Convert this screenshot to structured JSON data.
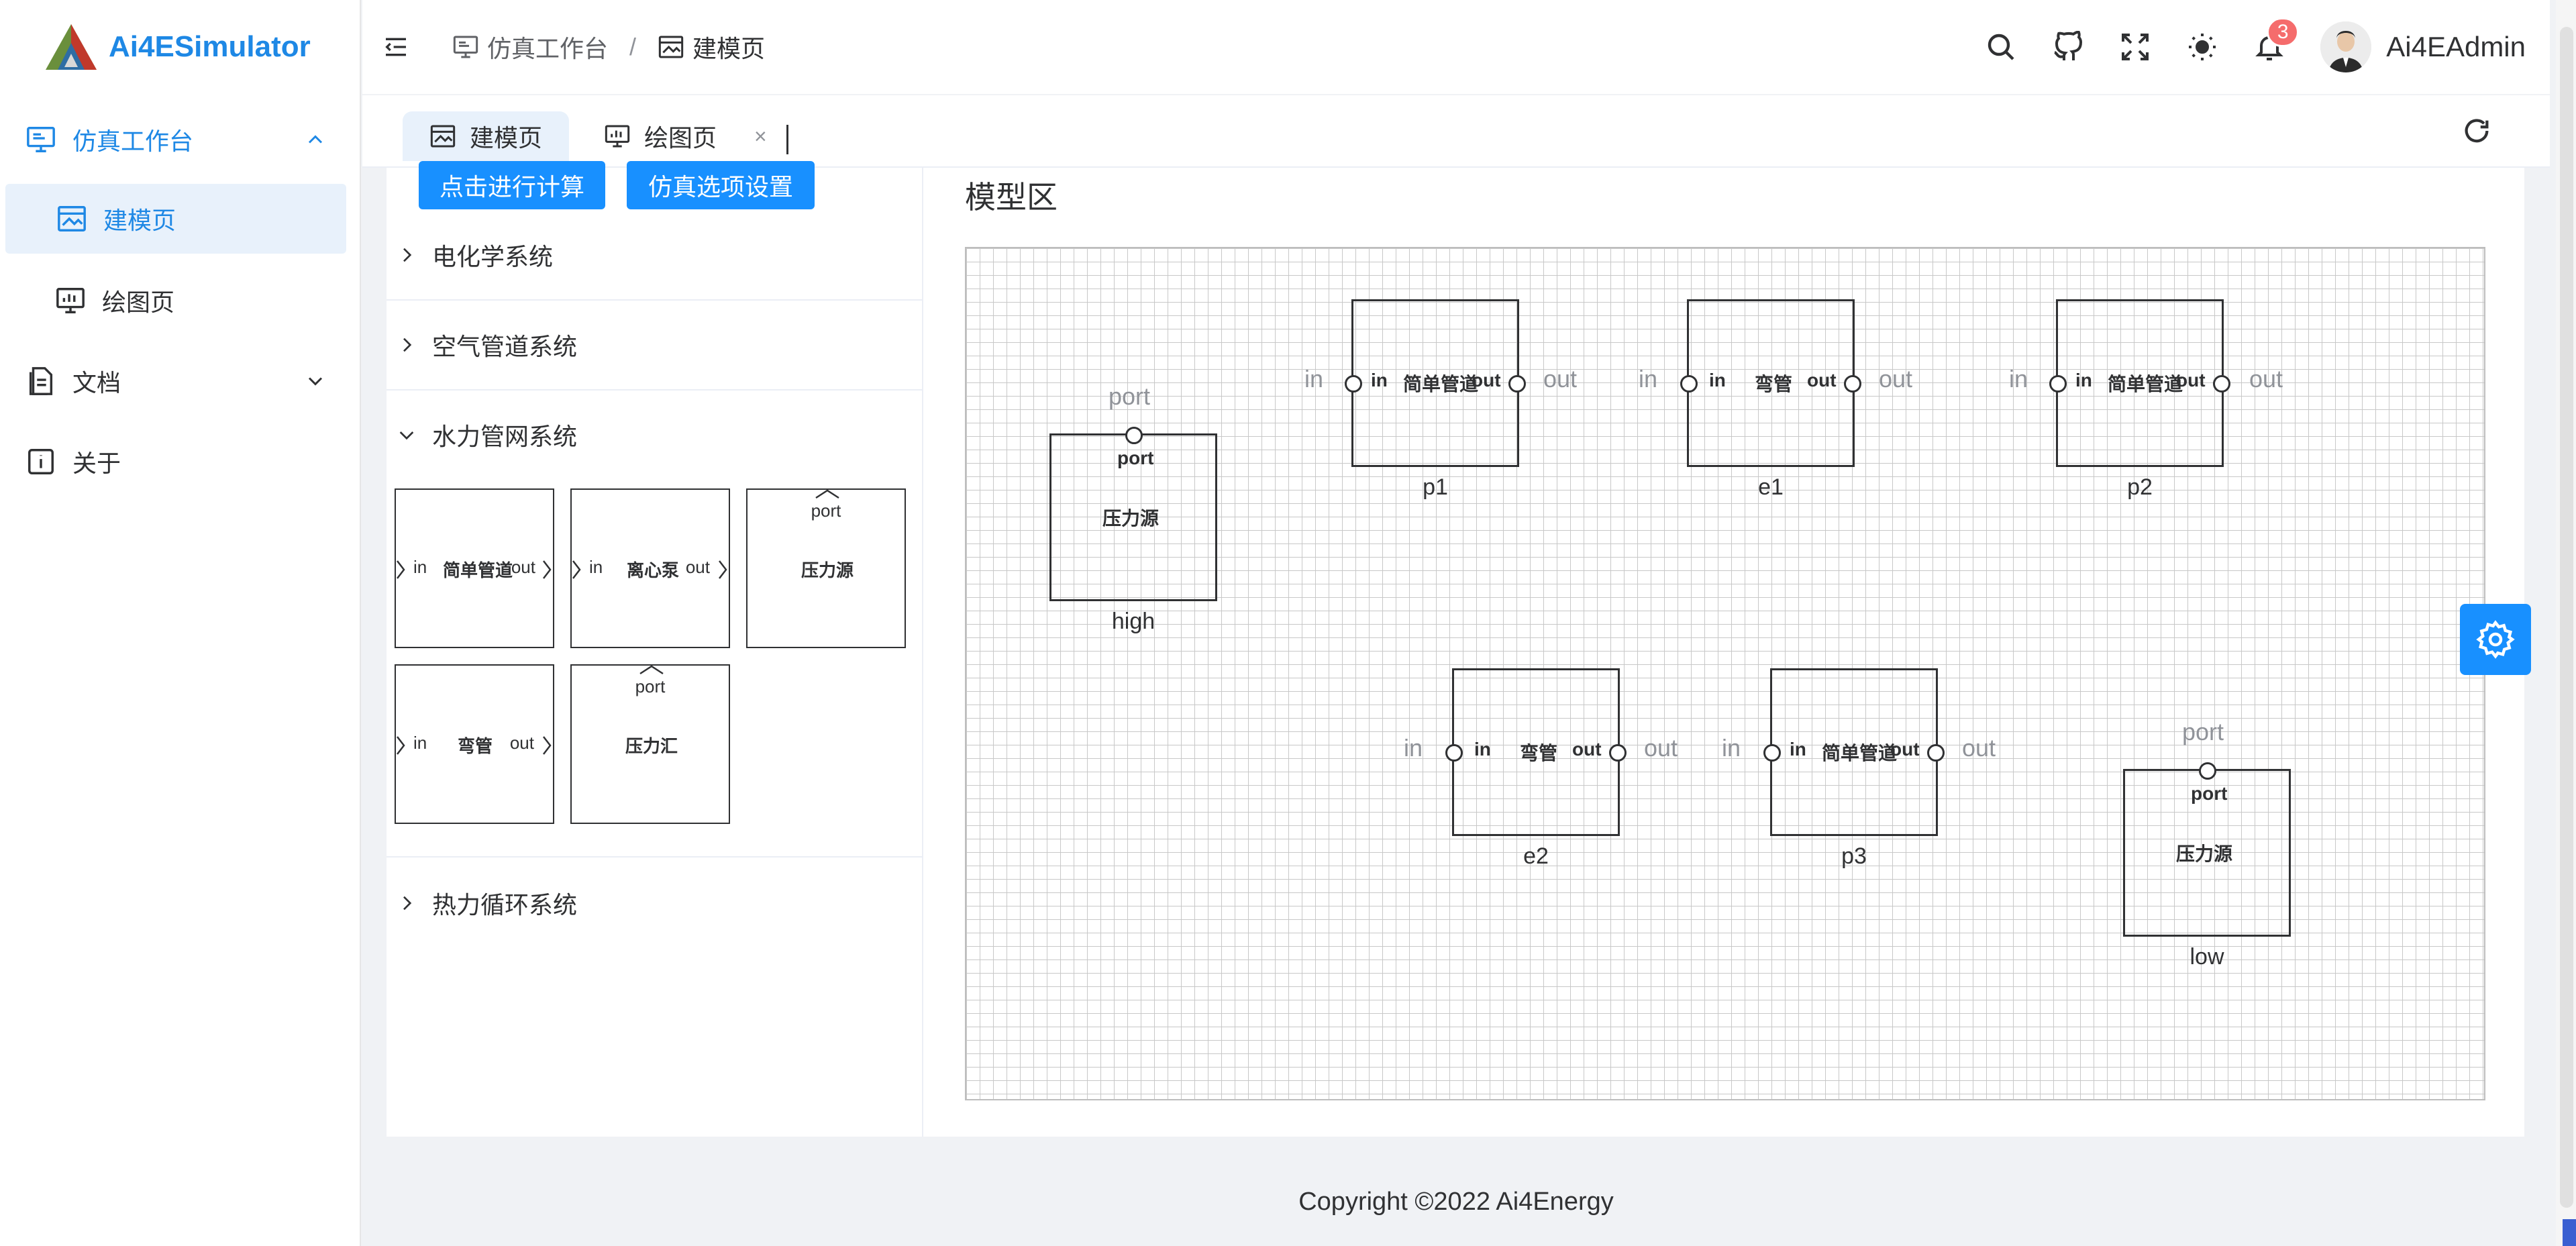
{
  "app": {
    "title": "Ai4ESimulator",
    "brand_color": "#1e88e5"
  },
  "sidebar": {
    "items": [
      {
        "label": "仿真工作台",
        "icon": "monitor-icon",
        "expanded": true
      },
      {
        "label": "建模页",
        "icon": "picture-icon",
        "active": true
      },
      {
        "label": "绘图页",
        "icon": "chart-monitor-icon"
      },
      {
        "label": "文档",
        "icon": "document-icon",
        "expanded": false
      },
      {
        "label": "关于",
        "icon": "info-icon"
      }
    ]
  },
  "header": {
    "breadcrumb": [
      "仿真工作台",
      "建模页"
    ],
    "separator": "/",
    "notification_count": "3",
    "username": "Ai4EAdmin",
    "icons": [
      "search-icon",
      "github-icon",
      "fullscreen-icon",
      "theme-sun-icon",
      "bell-icon"
    ]
  },
  "tabs": [
    {
      "label": "建模页",
      "icon": "picture-icon",
      "active": true
    },
    {
      "label": "绘图页",
      "icon": "chart-monitor-icon",
      "close": "×"
    }
  ],
  "left_panel": {
    "buttons": [
      "点击进行计算",
      "仿真选项设置"
    ],
    "accordion": [
      {
        "label": "电化学系统",
        "expanded": false
      },
      {
        "label": "空气管道系统",
        "expanded": false
      },
      {
        "label": "水力管网系统",
        "expanded": true
      },
      {
        "label": "热力循环系统",
        "expanded": false
      }
    ],
    "palette": [
      {
        "name": "简单管道",
        "in": "in",
        "out": "out"
      },
      {
        "name": "离心泵",
        "in": "in",
        "out": "out"
      },
      {
        "name": "压力源",
        "port": "port"
      },
      {
        "name": "弯管",
        "in": "in",
        "out": "out"
      },
      {
        "name": "压力汇",
        "port": "port"
      }
    ]
  },
  "model": {
    "title": "模型区",
    "port_in": "in",
    "port_out": "out",
    "port": "port",
    "nodes": [
      {
        "id": "high",
        "type": "压力源",
        "label": "high"
      },
      {
        "id": "p1",
        "type": "简单管道",
        "label": "p1"
      },
      {
        "id": "e1",
        "type": "弯管",
        "label": "e1"
      },
      {
        "id": "p2",
        "type": "简单管道",
        "label": "p2"
      },
      {
        "id": "e2",
        "type": "弯管",
        "label": "e2"
      },
      {
        "id": "p3",
        "type": "简单管道",
        "label": "p3"
      },
      {
        "id": "low",
        "type": "压力源",
        "label": "low"
      }
    ]
  },
  "footer": {
    "copyright": "Copyright ©2022 Ai4Energy"
  },
  "colors": {
    "primary": "#1890ff",
    "badge": "#f56c6c",
    "active_bg": "#e8f1fb"
  }
}
